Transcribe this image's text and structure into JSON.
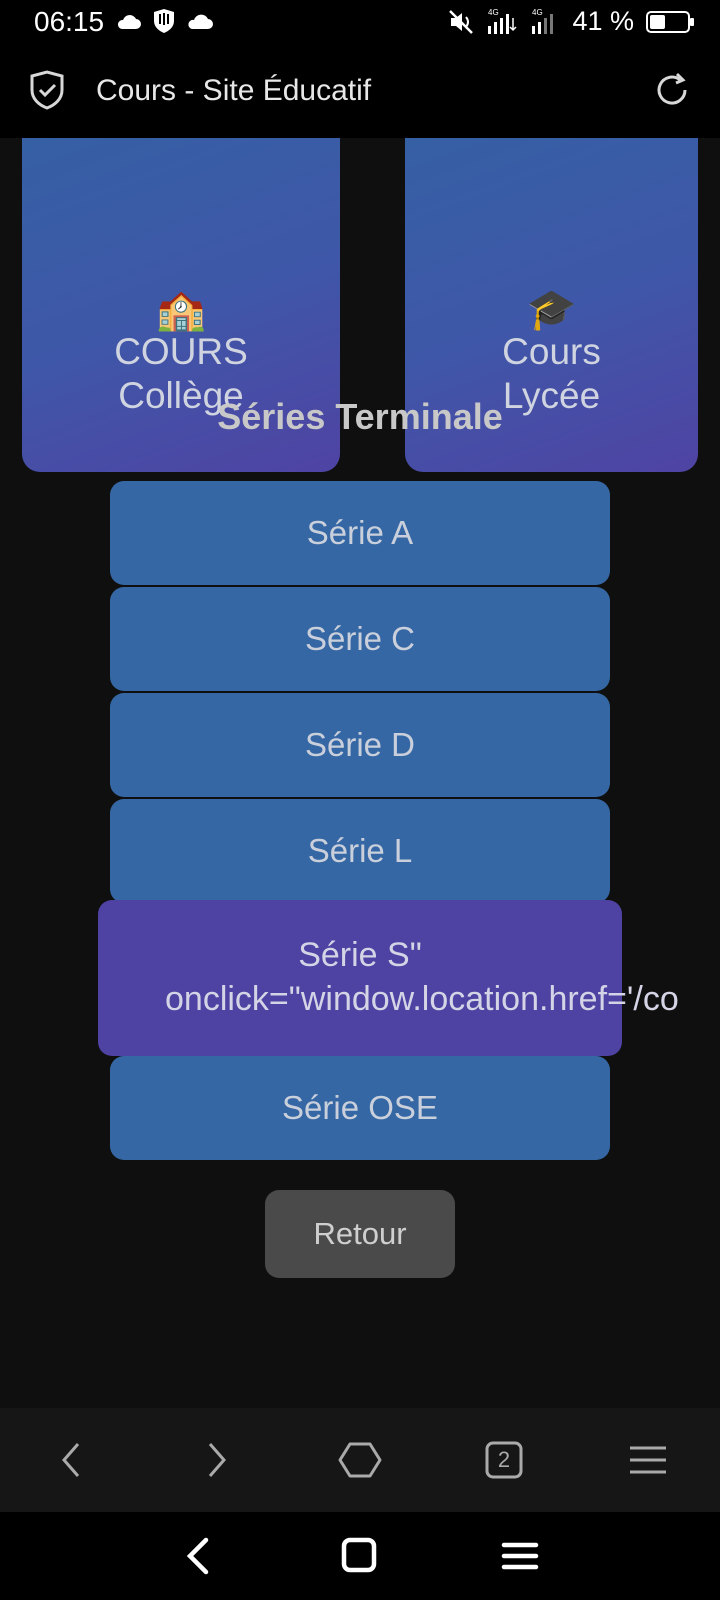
{
  "status_bar": {
    "time": "06:15",
    "network_label": "4G",
    "battery_text": "41 %",
    "battery_level": 0.41,
    "icons_left": [
      "cloud-icon",
      "shield-app-icon",
      "cloud-icon"
    ],
    "icons_right": [
      "mute-icon",
      "signal-4g-icon",
      "signal-4g-icon",
      "battery-icon"
    ]
  },
  "app_bar": {
    "title": "Cours - Site Éducatif",
    "icons": [
      "shield-check-icon",
      "reload-icon"
    ]
  },
  "cards": [
    {
      "emoji": "🏫",
      "line1": "COURS",
      "line2": "Collège"
    },
    {
      "emoji": "🎓",
      "line1": "Cours",
      "line2": "Lycée"
    }
  ],
  "section_title": "Séries Terminale",
  "series": [
    {
      "label": "Série A"
    },
    {
      "label": "Série C"
    },
    {
      "label": "Série D"
    },
    {
      "label": "Série L"
    }
  ],
  "serie_s": {
    "line1": "Série S\"",
    "line2": "onclick=\"window.location.href='/co"
  },
  "serie_ose": {
    "label": "Série OSE"
  },
  "back_button": {
    "label": "Retour"
  },
  "browser_toolbar": {
    "tab_count": "2",
    "icons": [
      "back-arrow-icon",
      "forward-arrow-icon",
      "home-icon",
      "tabs-icon",
      "menu-icon"
    ]
  },
  "system_nav": {
    "icons": [
      "nav-back-icon",
      "nav-home-icon",
      "nav-recents-icon"
    ]
  },
  "colors": {
    "serie_button": "#3567a4",
    "serie_s_button": "#4e42a2",
    "back_button": "#4a4a4a",
    "card_gradient_start": "#3461a4",
    "card_gradient_end": "#4f43a3"
  }
}
